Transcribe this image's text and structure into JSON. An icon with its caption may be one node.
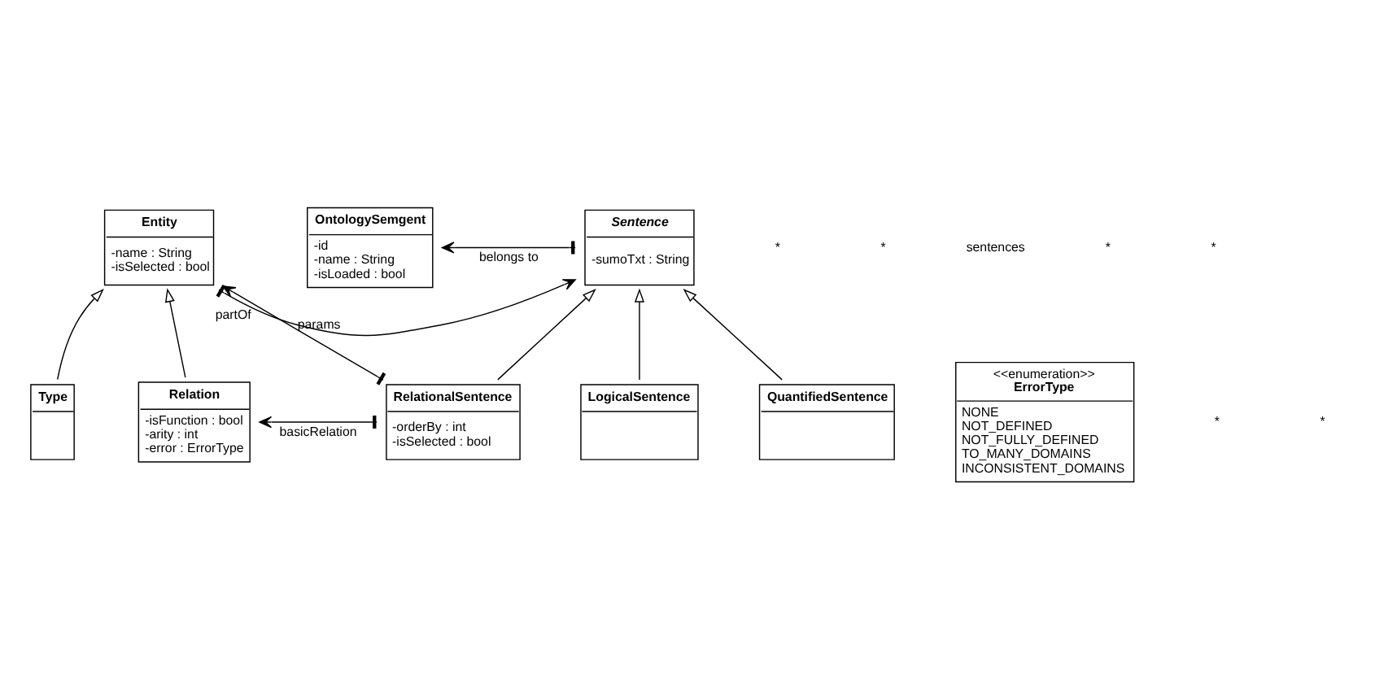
{
  "diagram": {
    "nodes": [
      {
        "text": [
          "OntologySemgent",
          "-id",
          "-name : String",
          "-isLoaded : bool"
        ]
      },
      {
        "text": [
          "Sentence",
          "-sumoTxt : String"
        ]
      },
      {
        "text": [
          "RelationalSentence",
          "-orderBy : int",
          "-isSelected : bool"
        ]
      },
      {
        "text": [
          "LogicalSentence"
        ]
      },
      {
        "text": [
          "QuantifiedSentence"
        ]
      },
      {
        "text": [
          "Entity",
          "-name : String",
          "-isSelected : bool"
        ]
      },
      {
        "text": [
          "<<enumeration>>",
          "ErrorType",
          "NONE",
          "NOT_DEFINED",
          "NOT_FULLY_DEFINED",
          "TO_MANY_DOMAINS",
          "INCONSISTENT_DOMAINS"
        ]
      },
      {
        "text": [
          "Relation",
          "-isFunction : bool",
          "-arity : int",
          "-error : ErrorType"
        ]
      },
      {
        "text": [
          "Type"
        ]
      }
    ],
    "edges": [
      {
        "from": 1,
        "to": 0,
        "arrow": "to",
        "label": "belongs to"
      },
      {
        "from": 5,
        "to": 1,
        "arrow": "to",
        "label": "partOf"
      },
      {
        "from": 2,
        "to": 1,
        "arrow": "to"
      },
      {
        "from": 3,
        "to": 1,
        "arrow": "to"
      },
      {
        "from": 4,
        "to": 1,
        "arrow": "to"
      },
      {
        "from": 2,
        "to": 5,
        "arrow": "to",
        "label": "params"
      },
      {
        "from": 2,
        "to": 7,
        "arrow": "to",
        "label": "basicRelation"
      },
      {
        "from": 7,
        "to": 5,
        "arrow": "to"
      },
      {
        "from": 8,
        "to": 5,
        "arrow": "to"
      }
    ],
    "labels": [
      "*",
      "*",
      "sentences",
      "*",
      "*",
      "*",
      "*"
    ]
  }
}
